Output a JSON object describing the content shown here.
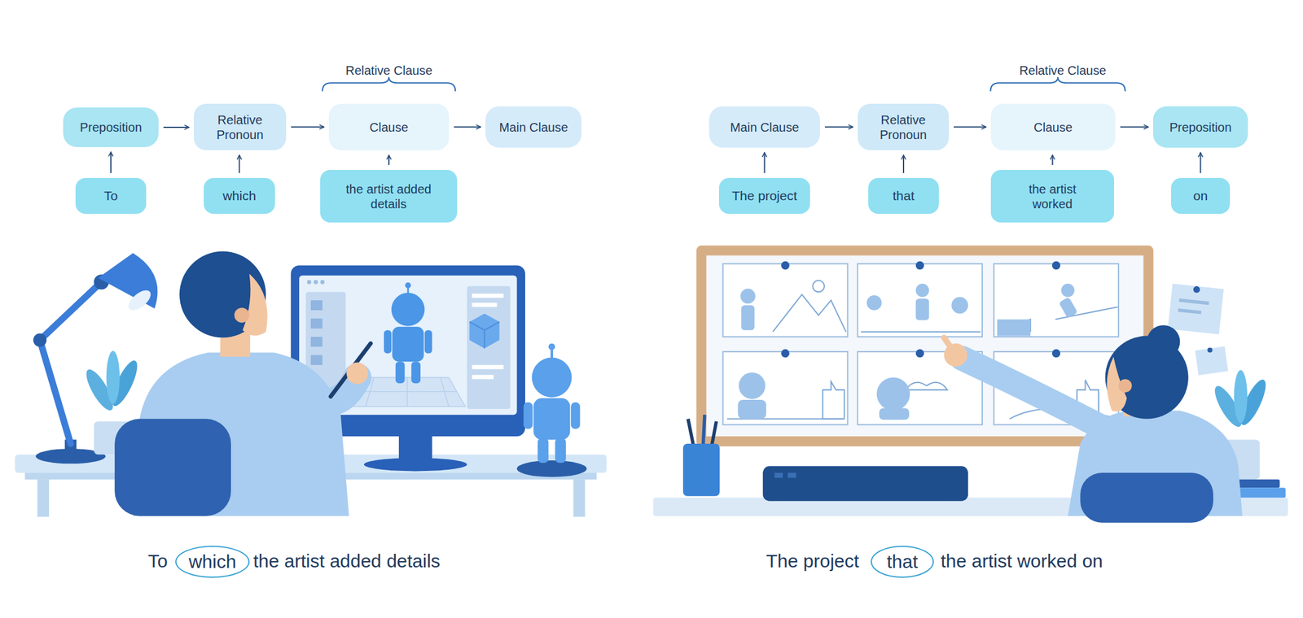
{
  "diagram": {
    "nodes": [
      {
        "text": [
          "Preposition"
        ]
      },
      {
        "text": [
          "Relative Pronoun"
        ]
      },
      {
        "text": [
          "Clause"
        ]
      },
      {
        "text": [
          "Main Clause"
        ]
      },
      {
        "text": [
          "To"
        ]
      },
      {
        "text": [
          "which"
        ]
      },
      {
        "text": [
          "the artist added details"
        ]
      },
      {
        "text": [
          "Main Clause"
        ]
      },
      {
        "text": [
          "Relative Pronoun"
        ]
      },
      {
        "text": [
          "Clause"
        ]
      },
      {
        "text": [
          "Preposition"
        ]
      },
      {
        "text": [
          "The project"
        ]
      },
      {
        "text": [
          "that"
        ]
      },
      {
        "text": [
          "the artist worked"
        ]
      },
      {
        "text": [
          "on"
        ]
      },
      {
        "text": [
          "which"
        ]
      },
      {
        "text": [
          "that"
        ]
      }
    ],
    "edges": [
      {
        "from": 0,
        "to": 1,
        "arrow": "to"
      },
      {
        "from": 1,
        "to": 2,
        "arrow": "to"
      },
      {
        "from": 2,
        "to": 3,
        "arrow": "to"
      },
      {
        "from": 4,
        "to": 0,
        "arrow": "to"
      },
      {
        "from": 5,
        "to": 1,
        "arrow": "to"
      },
      {
        "from": 6,
        "to": 2,
        "arrow": "to"
      },
      {
        "from": 7,
        "to": 8,
        "arrow": "to"
      },
      {
        "from": 8,
        "to": 9,
        "arrow": "to"
      },
      {
        "from": 9,
        "to": 10,
        "arrow": "to"
      },
      {
        "from": 11,
        "to": 7,
        "arrow": "to"
      },
      {
        "from": 12,
        "to": 8,
        "arrow": "to"
      },
      {
        "from": 13,
        "to": 9,
        "arrow": "to"
      },
      {
        "from": 14,
        "to": 10,
        "arrow": "to"
      }
    ],
    "labels": [
      "Relative Clause",
      "Relative Clause",
      "To",
      "the artist added details",
      "The project",
      "the artist worked on"
    ]
  }
}
